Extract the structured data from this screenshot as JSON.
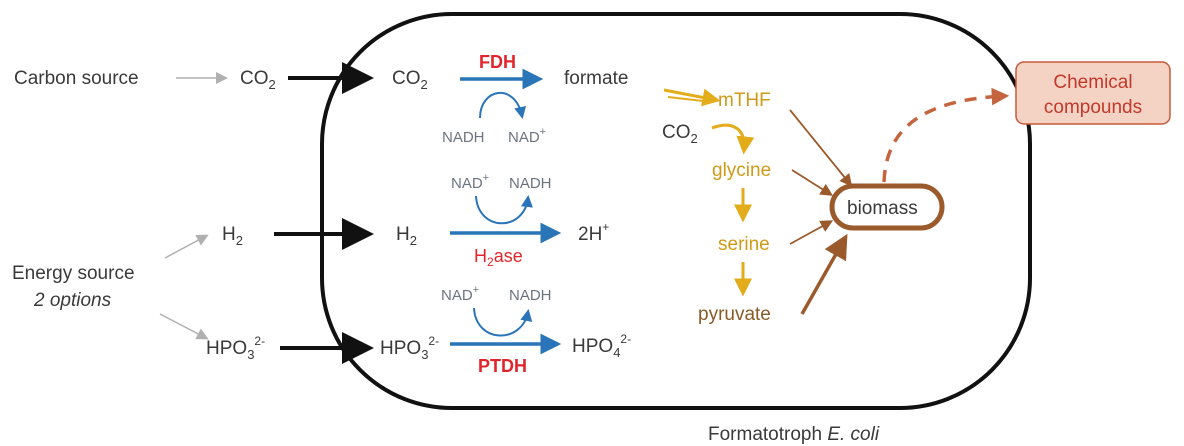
{
  "diagram": {
    "caption": {
      "main": "Formatotroph ",
      "organism": "E. coli"
    },
    "inputs": {
      "carbon_source": "Carbon source",
      "energy_source": "Energy source",
      "energy_options": "2 options"
    },
    "molecules": {
      "co2_base": "CO",
      "co2_sub": "2",
      "h2_base": "H",
      "h2_sub": "2",
      "hpo3_base": "HPO",
      "hpo3_sub": "3",
      "hpo3_sup": "2-",
      "hpo4_base": "HPO",
      "hpo4_sub": "4",
      "hpo4_sup": "2-",
      "formate": "formate",
      "two_h_plus": "2H",
      "h_plus_sup": "+"
    },
    "enzymes": {
      "fdh": "FDH",
      "h2ase_pre": "H",
      "h2ase_sub": "2",
      "h2ase_post": "ase",
      "ptdh": "PTDH"
    },
    "cofactors": {
      "nadh": "NADH",
      "nad": "NAD",
      "nad_sup": "+"
    },
    "assimilation": {
      "mthf": "mTHF",
      "glycine": "glycine",
      "serine": "serine",
      "pyruvate": "pyruvate",
      "biomass": "biomass"
    },
    "output": {
      "line1": "Chemical",
      "line2": "compounds"
    },
    "colors": {
      "enzyme_text": "#e0262c",
      "reaction_arrow": "#2a74b8",
      "pathway": "#e2ac1a",
      "biomass": "#9b5a2c",
      "output_box_fill": "#f5d3c4",
      "output_box_stroke": "#c95a3c"
    }
  }
}
